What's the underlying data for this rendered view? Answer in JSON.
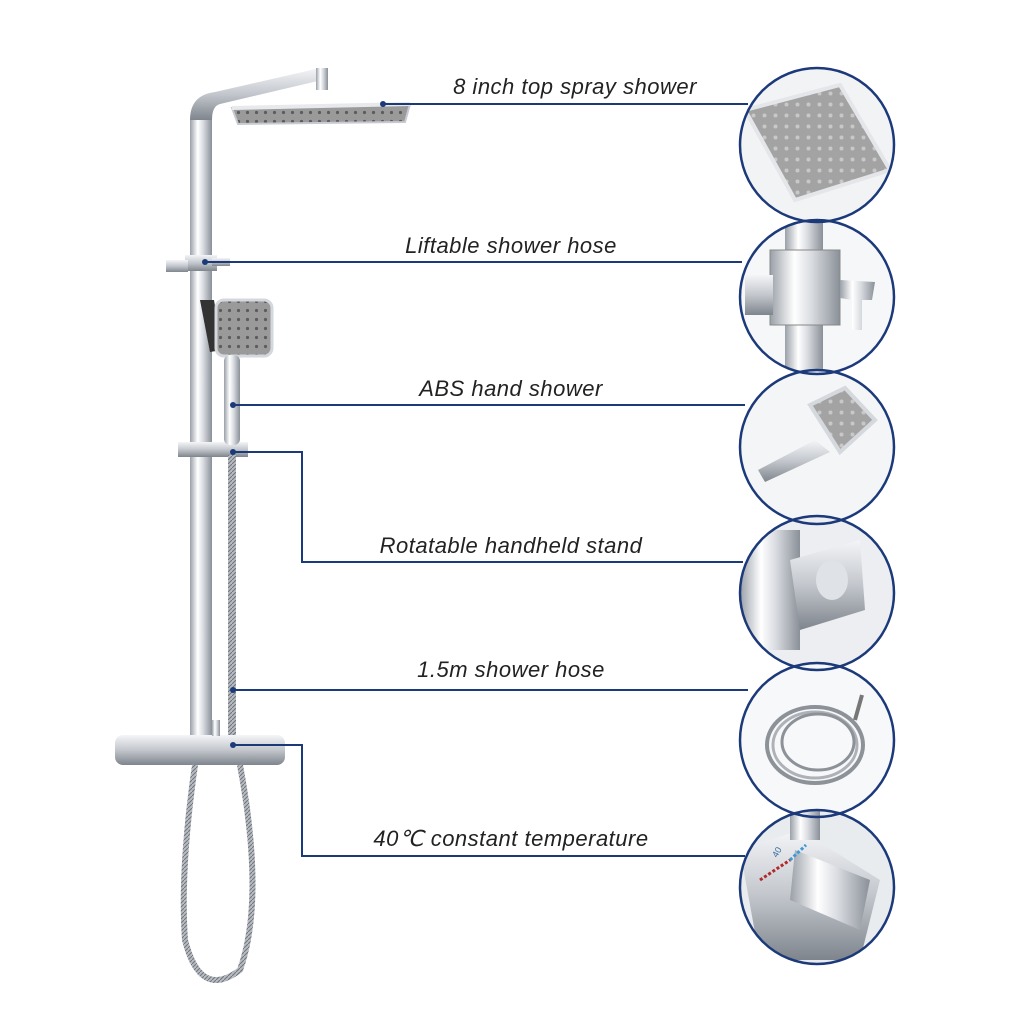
{
  "callouts": [
    {
      "label": "8 inch top spray shower",
      "icon": "rain-shower-head-icon"
    },
    {
      "label": "Liftable shower hose",
      "icon": "slider-bracket-icon"
    },
    {
      "label": "ABS hand shower",
      "icon": "hand-shower-icon"
    },
    {
      "label": "Rotatable handheld stand",
      "icon": "handheld-holder-icon"
    },
    {
      "label": "1.5m shower hose",
      "icon": "coiled-hose-icon"
    },
    {
      "label": "40℃ constant temperature",
      "icon": "thermostatic-valve-icon"
    }
  ],
  "detail_text": {
    "thermostat_mark": "40"
  },
  "colors": {
    "leader": "#1c3a7a",
    "chrome": "#c9ccd2",
    "spray_face": "#8e8e8e"
  }
}
